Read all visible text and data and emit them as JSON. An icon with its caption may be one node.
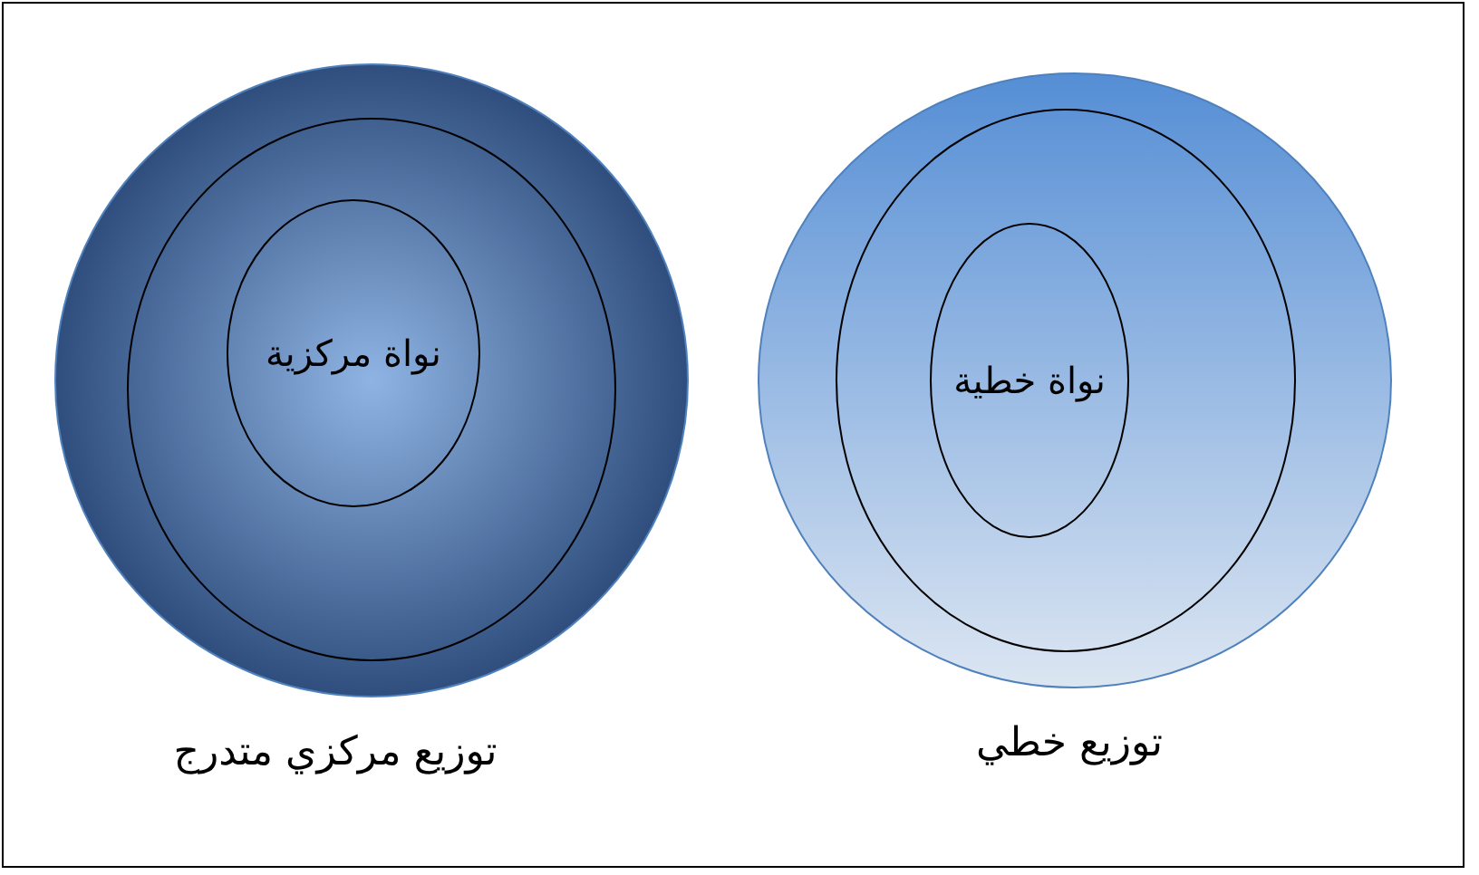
{
  "diagram": {
    "nodes": [
      {
        "text": [],
        "shape": "circle",
        "beside": [
          "توزيع مركزي متدرج"
        ]
      },
      {
        "text": [],
        "shape": "circle",
        "in": 0
      },
      {
        "text": [
          "نواة مركزية"
        ],
        "in": 1
      },
      {
        "text": [],
        "shape": "circle",
        "beside": [
          "توزيع خطي"
        ]
      },
      {
        "text": [],
        "shape": "circle",
        "in": 3
      },
      {
        "text": [
          "نواة خطية"
        ],
        "in": 4
      }
    ]
  }
}
